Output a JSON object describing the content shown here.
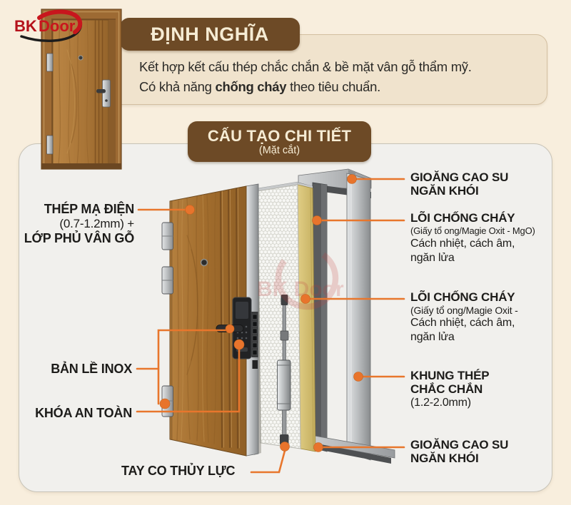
{
  "brand": {
    "bk": "BK",
    "door": "Door"
  },
  "definition": {
    "title": "ĐỊNH NGHĨA",
    "line1": "Kết hợp kết cấu thép chắc chắn & bề mặt vân gỗ thẩm mỹ.",
    "line2_prefix": "Có khả năng ",
    "line2_bold": "chống cháy",
    "line2_suffix": " theo tiêu chuẩn."
  },
  "structure": {
    "title": "CẤU TẠO CHI TIẾT",
    "subtitle": "(Mặt cắt)"
  },
  "watermark": "BK Door",
  "callouts_left": {
    "steel_skin": {
      "line1": "THÉP MẠ ĐIỆN",
      "line2": "(0.7-1.2mm) +",
      "line3": "LỚP PHỦ VÂN GỖ"
    },
    "hinge": {
      "label": "BẢN LỀ INOX"
    },
    "safety_lock": {
      "label": "KHÓA AN TOÀN"
    },
    "hydraulic_closer": {
      "label": "TAY CO THỦY LỰC"
    }
  },
  "callouts_right": {
    "smoke_gasket_top": {
      "line1": "GIOĂNG CAO SU",
      "line2": "NGĂN KHÓI"
    },
    "fire_core_1": {
      "title": "LÕI CHỐNG CHÁY",
      "note": "(Giấy tổ ong/Magie Oxit - MgO)",
      "desc1": "Cách nhiệt, cách âm,",
      "desc2": "ngăn lửa"
    },
    "fire_core_2": {
      "title": "LÕI CHỐNG CHÁY",
      "note": "(Giấy tổ ong/Magie Oxit -",
      "desc1": "Cách nhiệt, cách âm,",
      "desc2": "ngăn lửa"
    },
    "steel_frame": {
      "line1": "KHUNG THÉP",
      "line2": "CHẮC CHẮN",
      "note": "(1.2-2.0mm)"
    },
    "smoke_gasket_bottom": {
      "line1": "GIOĂNG CAO SU",
      "line2": "NGĂN KHÓI"
    }
  },
  "colors": {
    "background": "#F8EEDD",
    "panel": "#F1F0ED",
    "definition_panel": "#F0E3CD",
    "heading_brown": "#6D4A26",
    "heading_text": "#F6ECD4",
    "accent_orange": "#E8762C",
    "logo_red": "#C8161D",
    "label_text": "#1D1C1A",
    "wood": "#AB7531",
    "mgo_yellow": "#D9C578"
  }
}
